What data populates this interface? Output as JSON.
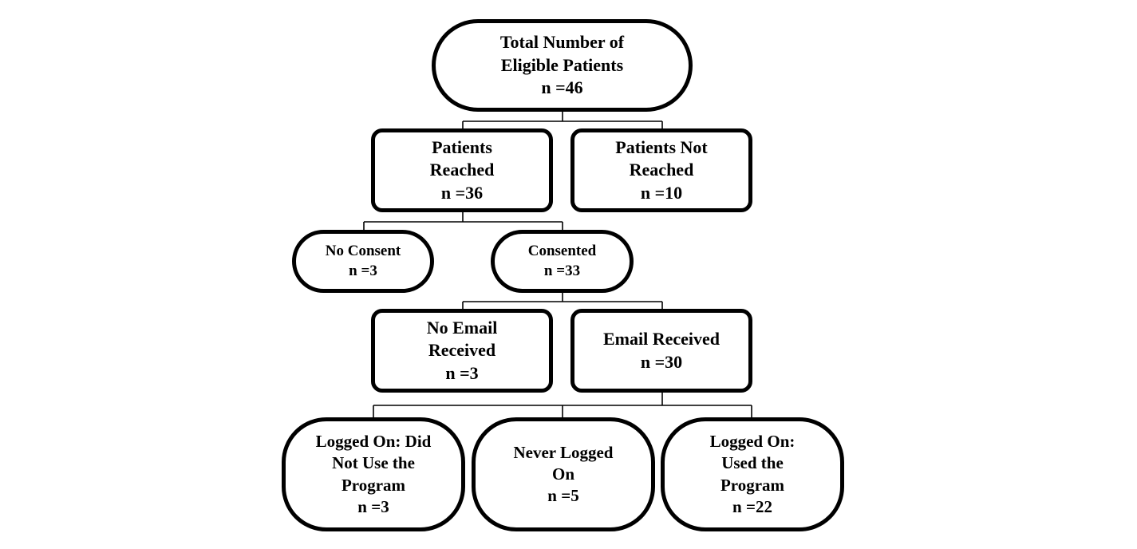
{
  "nodes": {
    "total": {
      "label": "Total Number of\nEligible Patients",
      "count": "n =46"
    },
    "reached": {
      "label": "Patients\nReached",
      "count": "n =36"
    },
    "not_reached": {
      "label": "Patients Not\nReached",
      "count": "n =10"
    },
    "no_consent": {
      "label": "No Consent",
      "count": "n =3"
    },
    "consented": {
      "label": "Consented",
      "count": "n =33"
    },
    "no_email": {
      "label": "No Email\nReceived",
      "count": "n =3"
    },
    "email": {
      "label": "Email Received",
      "count": "n =30"
    },
    "logged_no_use": {
      "label": "Logged On: Did\nNot Use the\nProgram",
      "count": "n =3"
    },
    "never_logged": {
      "label": "Never Logged\nOn",
      "count": "n =5"
    },
    "logged_used": {
      "label": "Logged On:\nUsed the\nProgram",
      "count": "n =22"
    }
  },
  "colors": {
    "stroke": "#000000",
    "background": "#ffffff"
  }
}
